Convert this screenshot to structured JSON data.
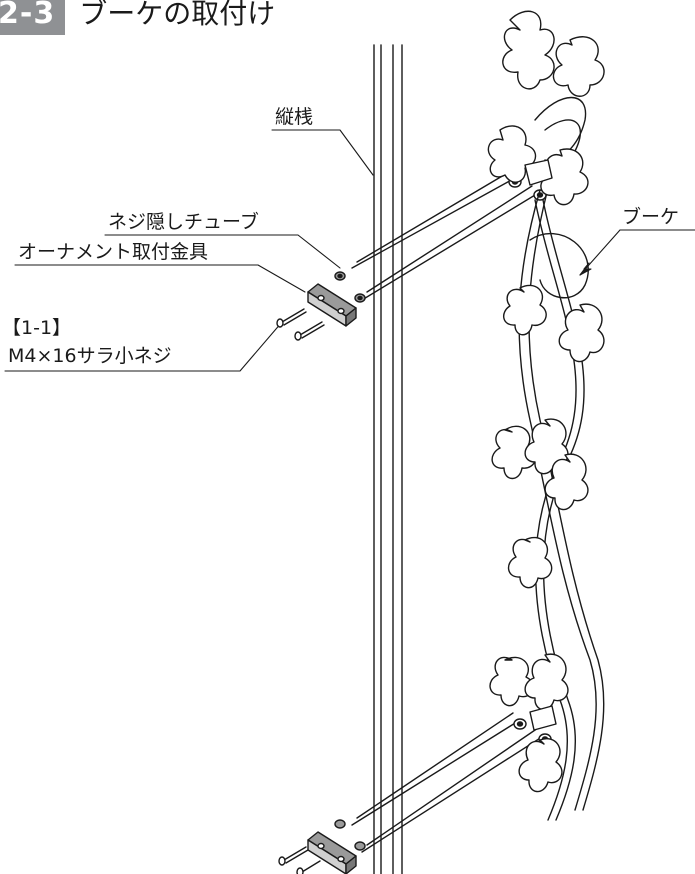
{
  "header": {
    "section_number": "2-3",
    "section_title": "ブーケの取付け"
  },
  "labels": {
    "mullion": "縦桟",
    "screw_cover_tube": "ネジ隠しチューブ",
    "ornament_bracket": "オーナメント取付金具",
    "part_ref": "【1-1】",
    "screw_spec": "M4×16サラ小ネジ",
    "bouquet": "ブーケ"
  },
  "colors": {
    "badge": "#8f9194",
    "line": "#1a1a1a",
    "bracket_fill": "#9a9a9a"
  }
}
